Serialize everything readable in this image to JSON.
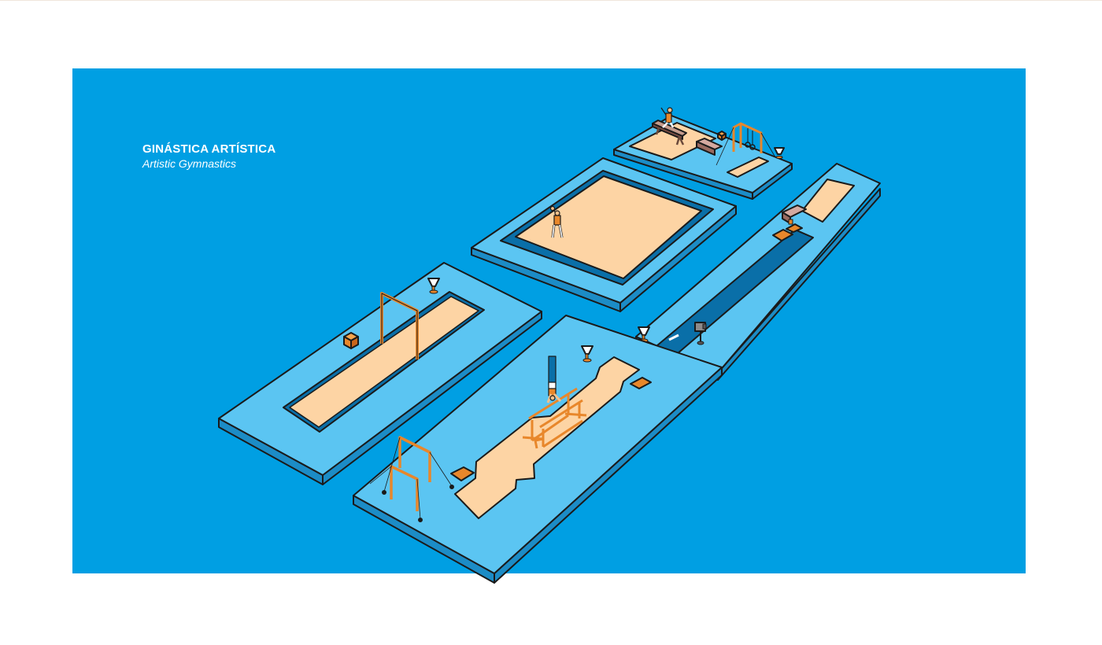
{
  "title": {
    "primary": "GINÁSTICA ARTÍSTICA",
    "secondary": "Artistic Gymnastics"
  },
  "colors": {
    "background": "#009fe3",
    "platform_top": "#5bc5f2",
    "platform_side": "#1c8cc6",
    "floor_border": "#0a6fa8",
    "mat": "#fdd4a4",
    "apparatus": "#e8872b",
    "outline": "#1a1a1a"
  },
  "stations": [
    {
      "name": "floor-exercise",
      "icon": "gymnast-icon"
    },
    {
      "name": "balance-beam",
      "icon": "gymnast-icon"
    },
    {
      "name": "rings",
      "icon": "rings-icon"
    },
    {
      "name": "vault",
      "icon": "vault-table-icon"
    },
    {
      "name": "horizontal-bar",
      "icon": "high-bar-icon"
    },
    {
      "name": "parallel-bars",
      "icon": "gymnast-icon"
    },
    {
      "name": "uneven-bars",
      "icon": "uneven-bars-icon"
    }
  ]
}
